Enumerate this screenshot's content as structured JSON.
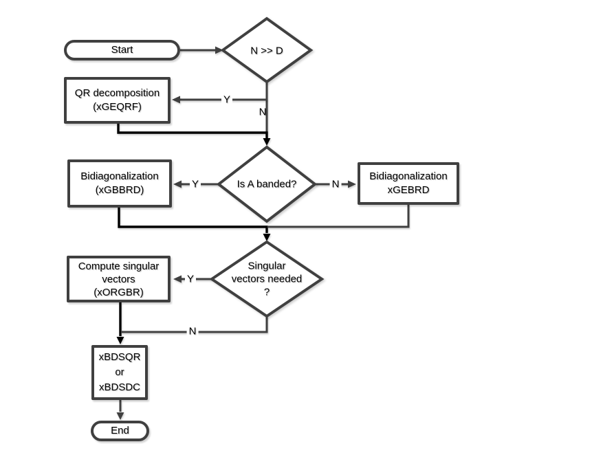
{
  "colors": {
    "background": "#ffffff",
    "shape_fill": "#ffffff",
    "shape_stroke": "#404040",
    "connector_gray": "#404040",
    "connector_black": "#000000",
    "text": "#000000"
  },
  "nodes": {
    "start": {
      "type": "terminator",
      "label": "Start"
    },
    "decision_n_gg_d": {
      "type": "decision",
      "label": "N >> D"
    },
    "qr_decomposition": {
      "type": "process",
      "label": "QR decomposition\n(xGEQRF)"
    },
    "decision_banded": {
      "type": "decision",
      "label": "Is A banded?"
    },
    "bidiagonalization_banded": {
      "type": "process",
      "label": "Bidiagonalization\n(xGBBRD)"
    },
    "bidiagonalization_general": {
      "type": "process",
      "label": "Bidiagonalization\nxGEBRD"
    },
    "decision_vectors": {
      "type": "decision",
      "label": "Singular\nvectors needed\n?"
    },
    "compute_vectors": {
      "type": "process",
      "label": "Compute singular\nvectors\n(xORGBR)"
    },
    "svd_solver": {
      "type": "process",
      "label": "xBDSQR\nor\nxBDSDC"
    },
    "end": {
      "type": "terminator",
      "label": "End"
    }
  },
  "edge_labels": {
    "d1_yes": "Y",
    "d1_no": "N",
    "d2_yes": "Y",
    "d2_no": "N",
    "d3_yes": "Y",
    "d3_no": "N"
  }
}
